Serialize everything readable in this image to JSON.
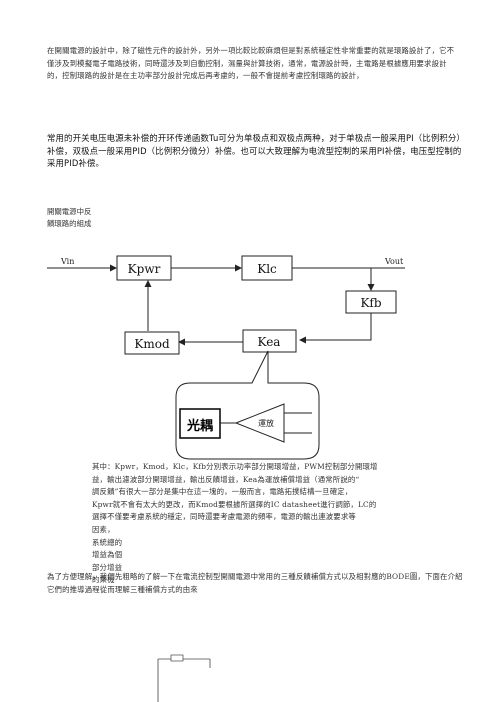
{
  "intro_paragraph": "在開關電源的設計中，除了磁性元件的設計外，另外一項比較比較麻煩但是對系統穩定性非常重要的就是環路設計了，它不僅涉及到模擬電子電路技術，同時還涉及到自動控制，濕量與計算技術，通常，電源設計時，主電路是根據應用要求設計的，控制環路的設計是在主功率部分設計完成后再考慮的，一般不會提前考慮控制環路的設計，",
  "compensation_paragraph": "常用的开关电压电源未补偿的开环传递函数Tu可分为单极点和双极点两种，对于单极点一般采用PI（比例积分）补偿，双极点一般采用PID（比例积分微分）补偿。也可以大致理解为电流型控制的采用PI补偿，电压型控制的采用PID补偿。",
  "side_label": "開關電源中反饋環路的組成",
  "diagram": {
    "vin_label": "Vin",
    "vout_label": "Vout",
    "blocks": {
      "kpwr": "Kpwr",
      "klc": "Klc",
      "kfb": "Kfb",
      "kmod": "Kmod",
      "kea": "Kea"
    },
    "optocoupler_label": "光耦",
    "opamp_label": "運放"
  },
  "caption_lines": [
    "其中：Kpwr，Kmod，Klc，Kfb分別表示功率部分開環增益，PWM控制部分開環增",
    "益，輸出濾波部分開環增益，輸出反饋增益，Kea為運放補償增益（通常所說的“",
    "調反饋”有很大一部分是集中在這一塊的，一般而言，電路拓撲結構一旦確定，",
    "Kpwr就不會有太大的更改，而Kmod要根據所選擇的IC datasheet進行調節，LC的",
    "選擇不僅要考慮系統的穩定，同時還要考慮電源的頻率，電源的輸出連波要求等",
    "因素，",
    "系統總的",
    "增益為個",
    "部分增益",
    "的乘機"
  ],
  "closing_paragraph": "為了方便理解，我們先粗略的了解一下在電流控制型開關電源中常用的三種反饋補償方式以及相對應的BODE圖，下面在介紹它們的推導過程從而理解三種補償方式的由來"
}
